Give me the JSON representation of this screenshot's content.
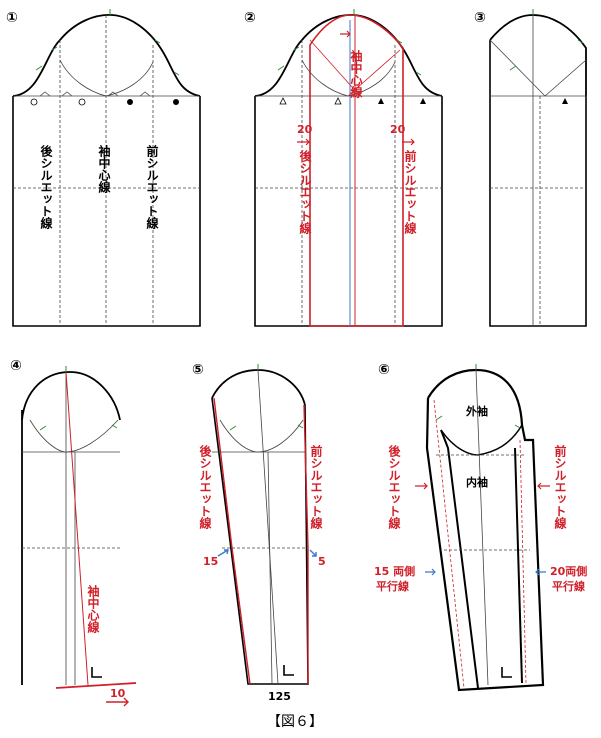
{
  "colors": {
    "accent_red": "#d0202a",
    "arrow_blue": "#3a78c8",
    "seam_green": "#2e8b3a",
    "line": "#000000"
  },
  "panels": {
    "p1": {
      "number": "①",
      "back_line": "後シルエット線",
      "center_line": "袖中心線",
      "front_line": "前シルエット線"
    },
    "p2": {
      "number": "②",
      "center_line": "袖中心線",
      "back_line": "後シルエット線",
      "front_line": "前シルエット線",
      "back_offset": "20",
      "front_offset": "20"
    },
    "p3": {
      "number": "③"
    },
    "p4": {
      "number": "④",
      "center_line": "袖中心線",
      "shift": "10"
    },
    "p5": {
      "number": "⑤",
      "back_line": "後シルエット線",
      "front_line": "前シルエット線",
      "back_offset": "15",
      "front_offset": "5",
      "hem": "125"
    },
    "p6": {
      "number": "⑥",
      "outer": "外袖",
      "inner": "内袖",
      "back_line": "後シルエット線",
      "front_line": "前シルエット線",
      "back_parallel": "15 両側\n平行線",
      "back_parallel_a": "15 両側",
      "back_parallel_b": "平行線",
      "front_parallel_a": "20両側",
      "front_parallel_b": "平行線"
    }
  },
  "caption": "【図６】"
}
